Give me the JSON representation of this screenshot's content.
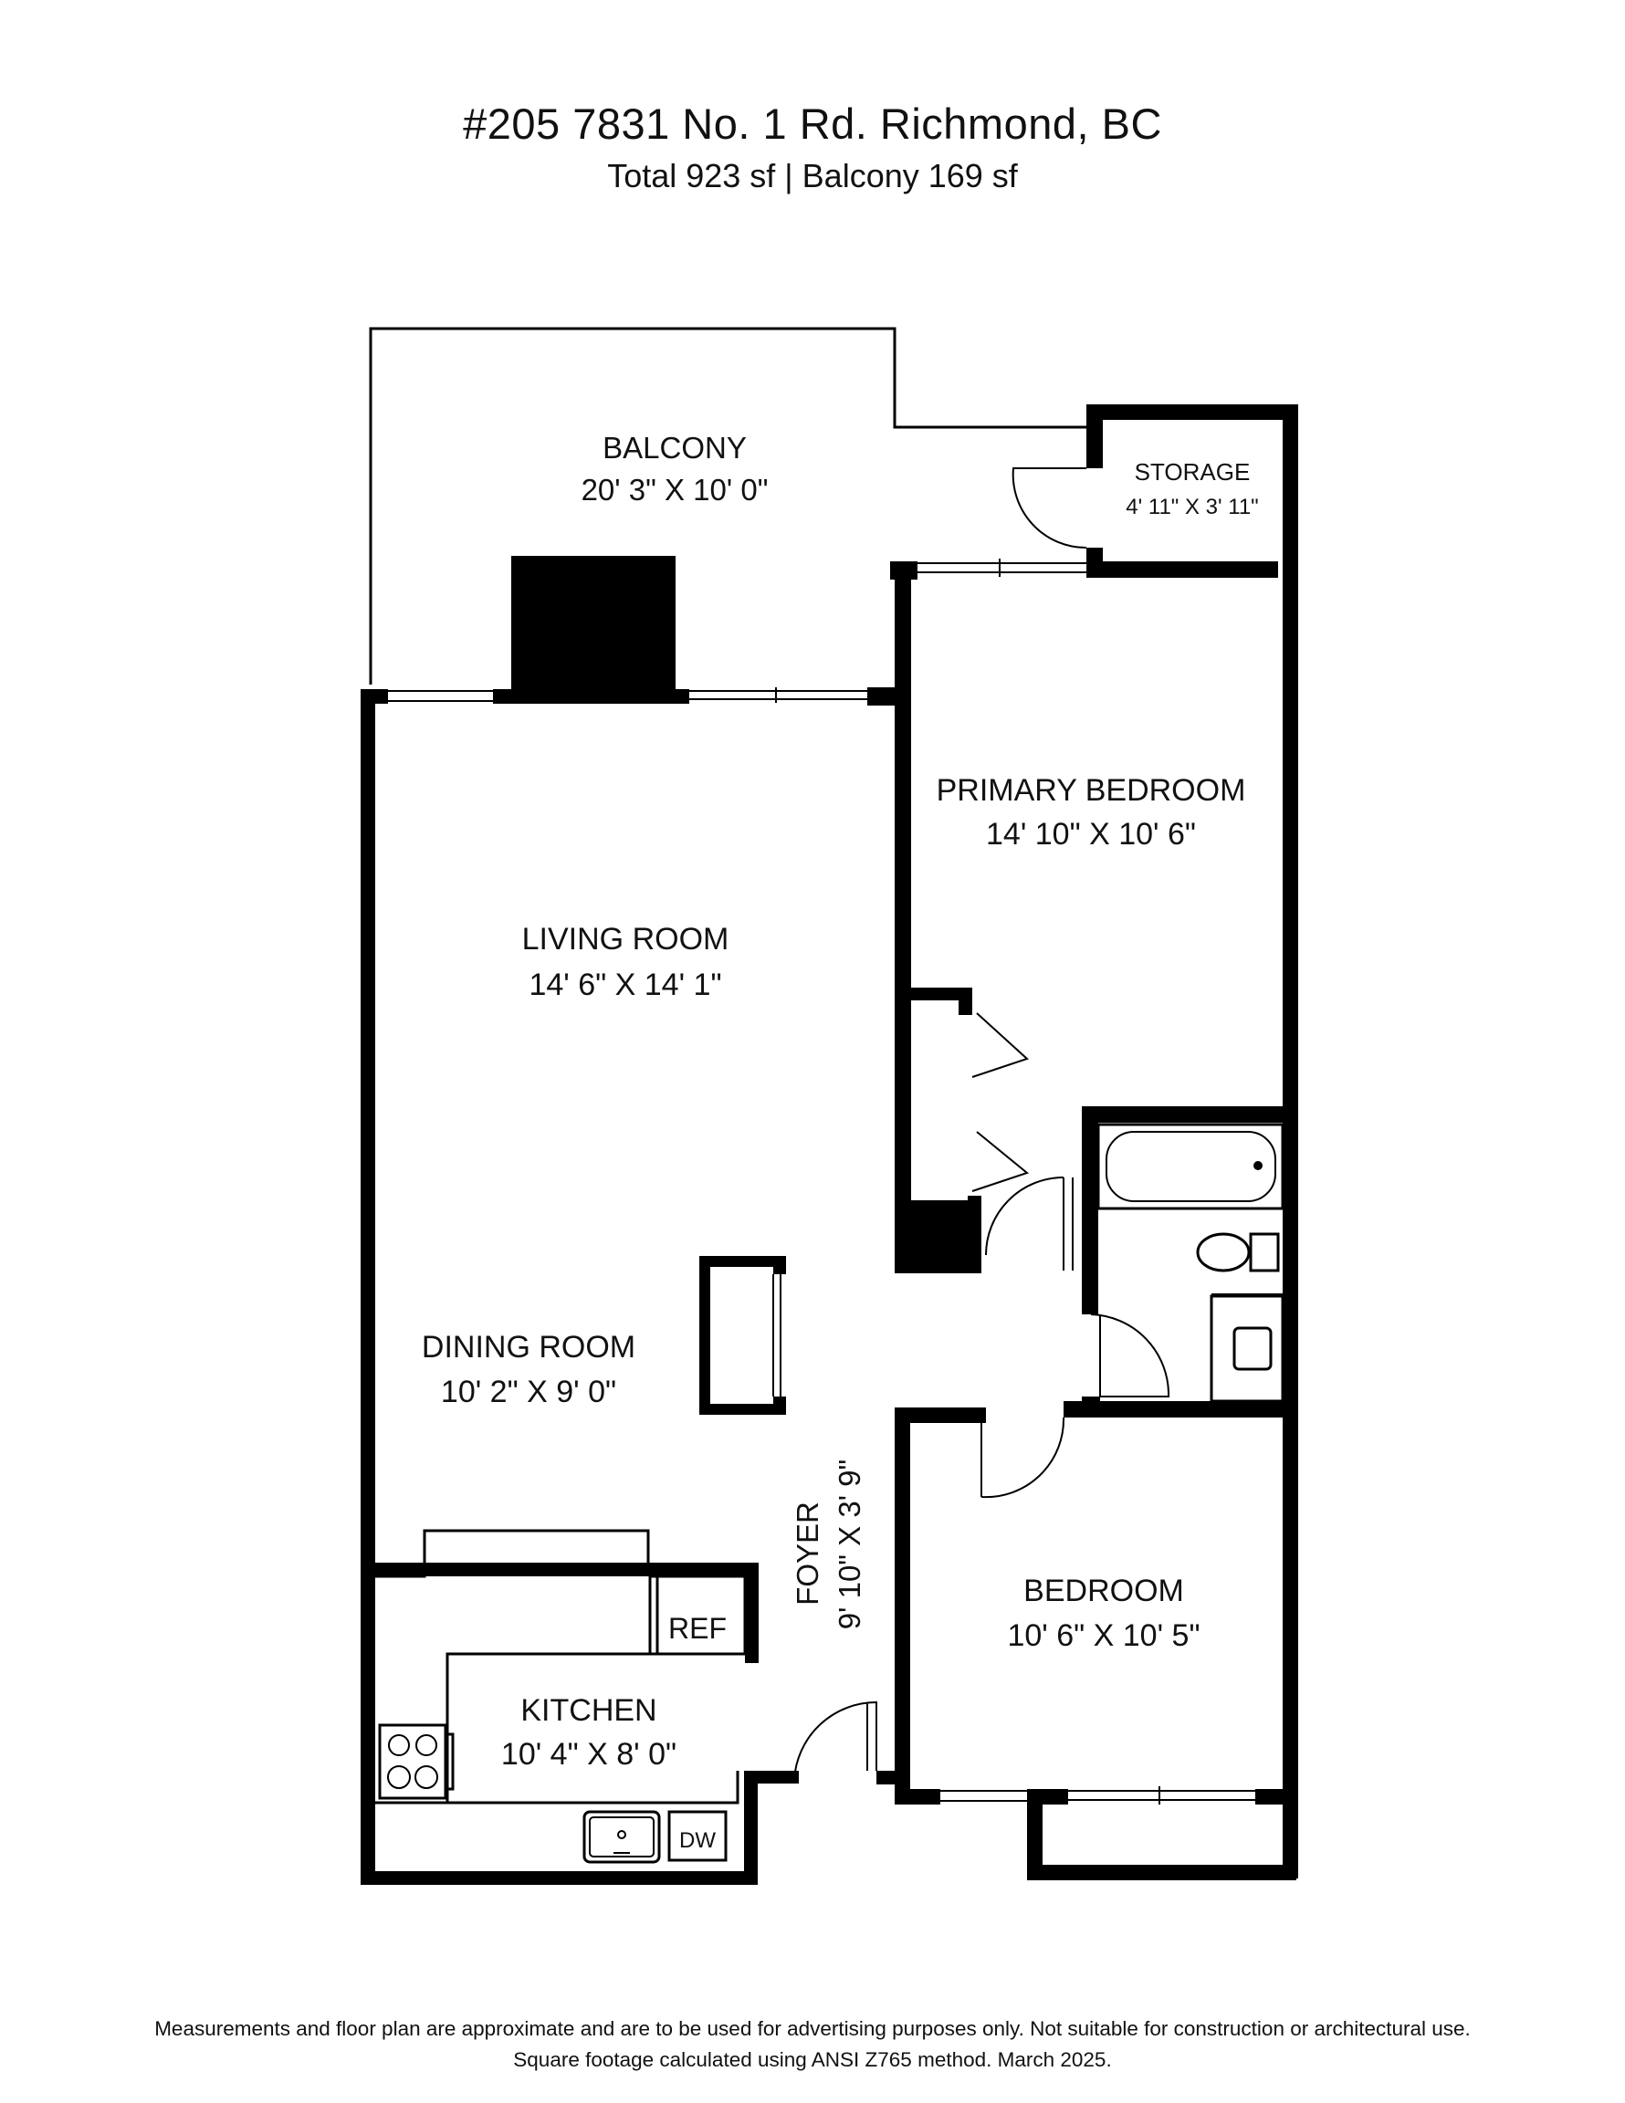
{
  "header": {
    "title": "#205 7831 No. 1 Rd. Richmond, BC",
    "subtitle": "Total  923 sf | Balcony 169 sf"
  },
  "rooms": {
    "balcony": {
      "name": "BALCONY",
      "dims": "20' 3\" X 10' 0\""
    },
    "storage": {
      "name": "STORAGE",
      "dims": "4' 11\" X 3' 11\""
    },
    "primary_bedroom": {
      "name": "PRIMARY BEDROOM",
      "dims": "14' 10\" X 10' 6\""
    },
    "living_room": {
      "name": "LIVING ROOM",
      "dims": "14' 6\" X 14' 1\""
    },
    "dining_room": {
      "name": "DINING ROOM",
      "dims": "10' 2\" X 9' 0\""
    },
    "foyer": {
      "name": "FOYER",
      "dims": "9' 10\" X 3' 9\""
    },
    "bedroom": {
      "name": "BEDROOM",
      "dims": "10' 6\" X 10' 5\""
    },
    "kitchen": {
      "name": "KITCHEN",
      "dims": "10' 4\" X 8' 0\""
    }
  },
  "fixtures": {
    "ref": "REF",
    "dw": "DW"
  },
  "footer": {
    "line1": "Measurements and floor plan are approximate and are to be used for advertising purposes only. Not suitable for construction or architectural use.",
    "line2": "Square footage calculated using ANSI Z765 method. March 2025."
  }
}
